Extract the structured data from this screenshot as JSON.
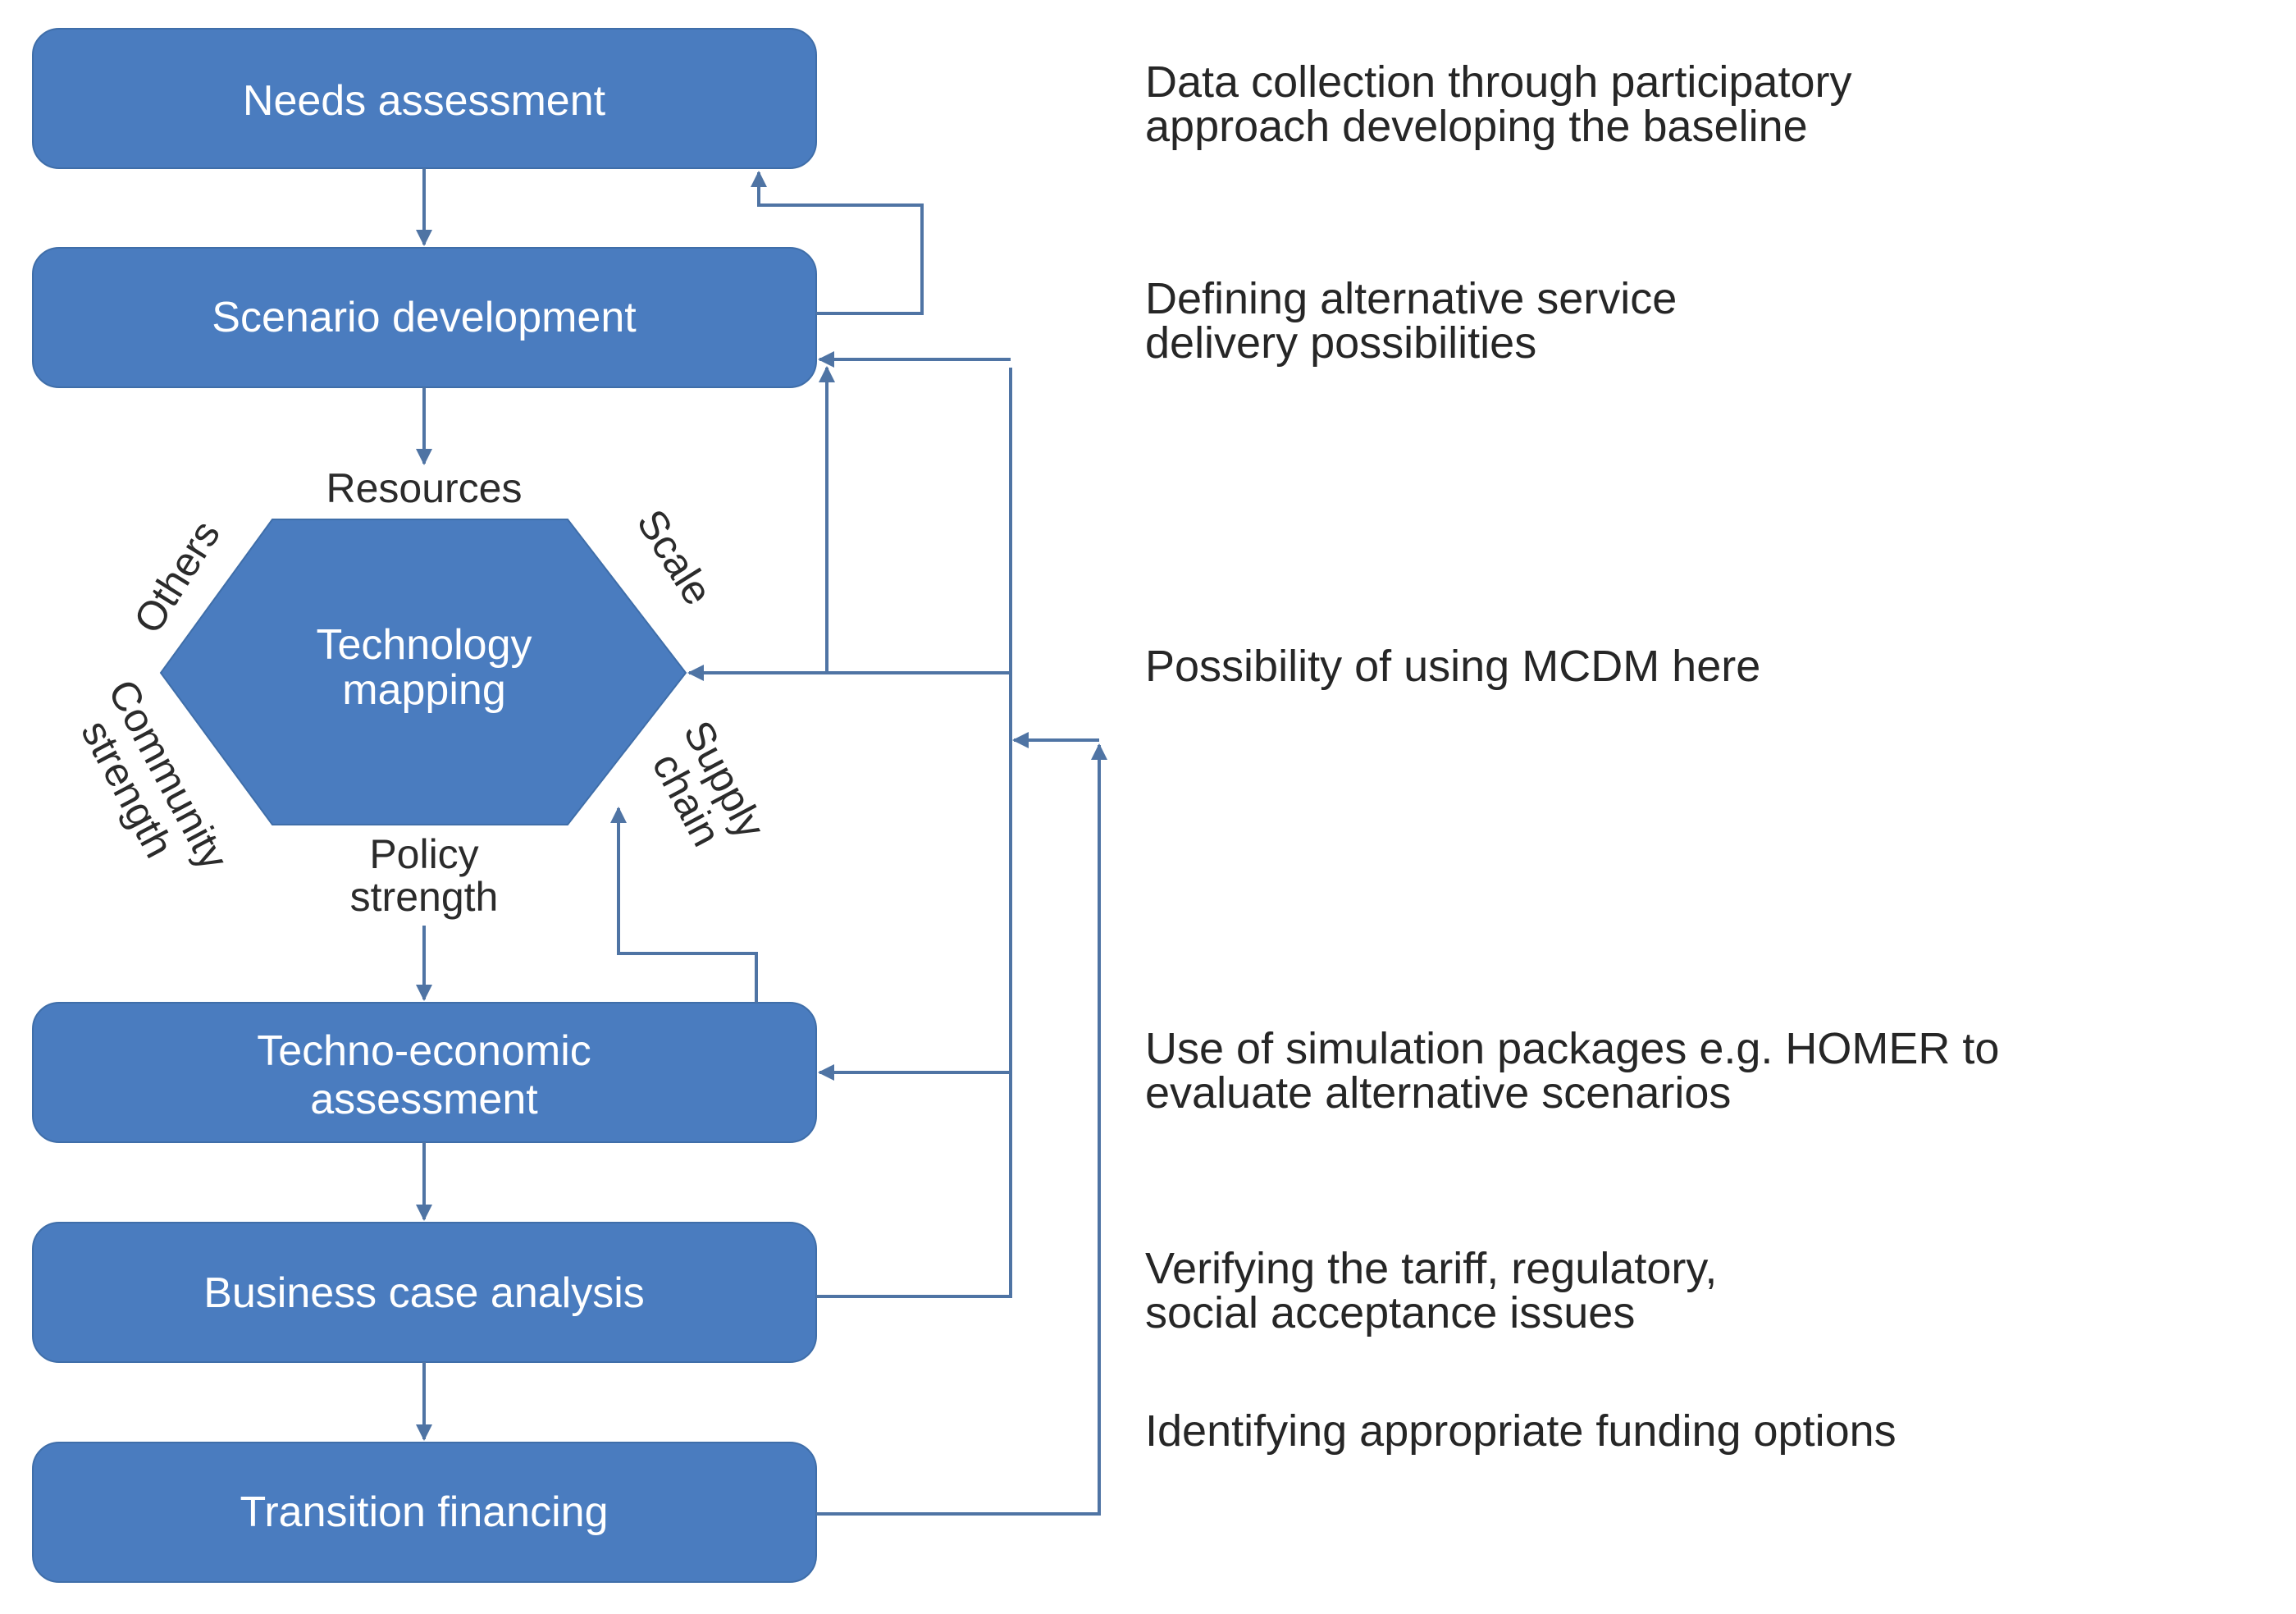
{
  "steps": {
    "needs": {
      "label": "Needs assessment"
    },
    "scenario": {
      "label": "Scenario development"
    },
    "techno": {
      "line1": "Techno-economic",
      "line2": "assessment"
    },
    "business": {
      "label": "Business case analysis"
    },
    "financing": {
      "label": "Transition financing"
    }
  },
  "hexagon": {
    "line1": "Technology",
    "line2": "mapping"
  },
  "factors": {
    "resources": "Resources",
    "scale": "Scale",
    "supply_line1": "Supply",
    "supply_line2": "chain",
    "policy_line1": "Policy",
    "policy_line2": "strength",
    "community_line1": "Community",
    "community_line2": "strength",
    "others": "Others"
  },
  "notes": {
    "needs": {
      "line1": "Data collection through participatory",
      "line2": "approach developing the baseline"
    },
    "scenario": {
      "line1": "Defining alternative service",
      "line2": "delivery possibilities"
    },
    "technology": {
      "line1": "Possibility of using MCDM here"
    },
    "techno": {
      "line1": "Use of simulation packages e.g. HOMER to",
      "line2": "evaluate alternative scenarios"
    },
    "business": {
      "line1": "Verifying the tariff, regulatory,",
      "line2": "social acceptance issues"
    },
    "financing": {
      "line1": "Identifying appropriate funding options"
    }
  },
  "colors": {
    "box_fill": "#4a7cbf",
    "connector": "#4f74a4",
    "box_text": "#ffffff",
    "note_text": "#262626"
  }
}
